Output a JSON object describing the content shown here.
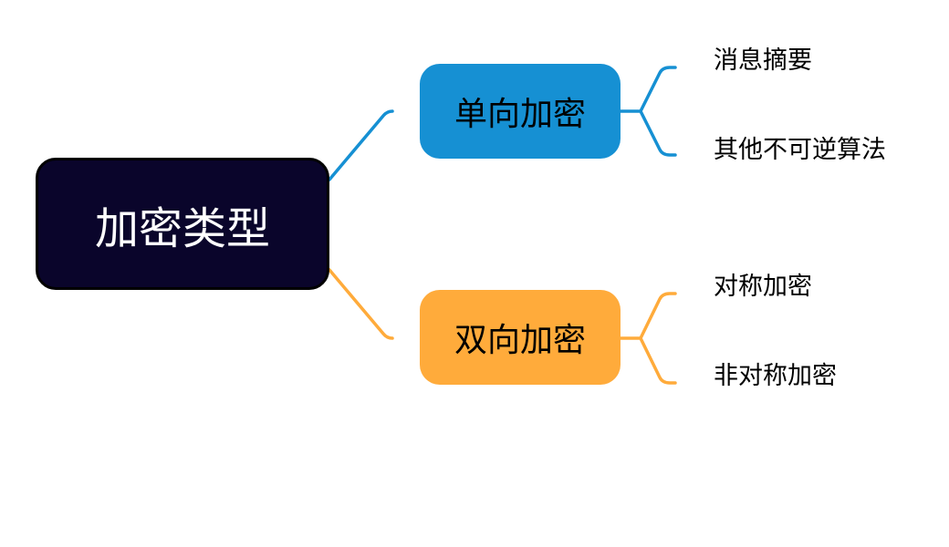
{
  "colors": {
    "root_fill": "#0a052b",
    "branch_one_way": "#1690d3",
    "branch_two_way": "#ffab3b"
  },
  "mindmap": {
    "root": {
      "label": "加密类型"
    },
    "branches": [
      {
        "label": "单向加密",
        "children": [
          "消息摘要",
          "其他不可逆算法"
        ]
      },
      {
        "label": "双向加密",
        "children": [
          "对称加密",
          "非对称加密"
        ]
      }
    ]
  }
}
